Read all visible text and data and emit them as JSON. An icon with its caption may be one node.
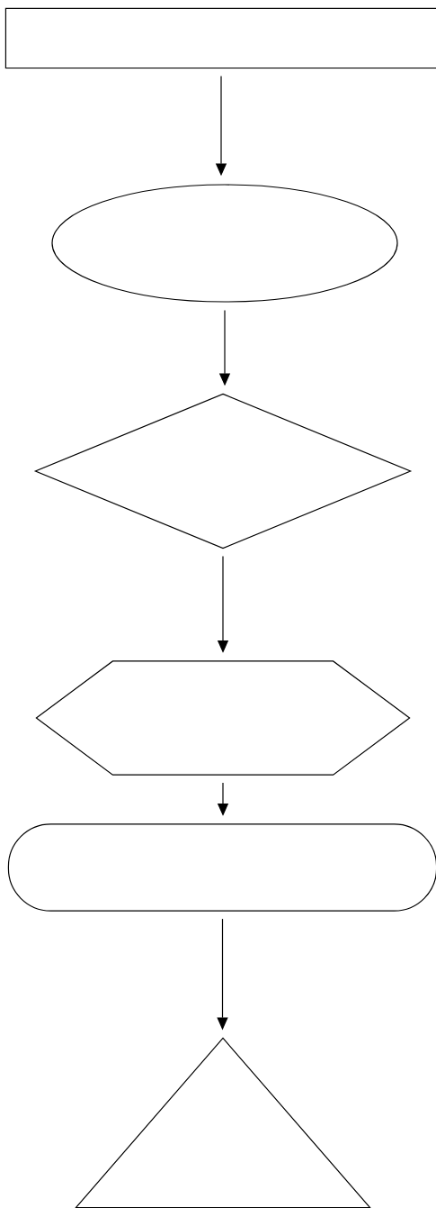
{
  "diagram": {
    "nodes": [
      {
        "text": [],
        "shape": "box"
      },
      {
        "text": [],
        "shape": "ellipse"
      },
      {
        "text": [],
        "shape": "diamond"
      },
      {
        "text": [],
        "shape": "hexagon"
      },
      {
        "text": [],
        "shape": "stadium"
      },
      {
        "text": [],
        "shape": "triangle"
      }
    ],
    "edges": [
      {
        "from": 0,
        "to": 1,
        "arrow": "to"
      },
      {
        "from": 1,
        "to": 2,
        "arrow": "to"
      },
      {
        "from": 2,
        "to": 3,
        "arrow": "to"
      },
      {
        "from": 3,
        "to": 4,
        "arrow": "to"
      },
      {
        "from": 4,
        "to": 5,
        "arrow": "to"
      }
    ]
  }
}
